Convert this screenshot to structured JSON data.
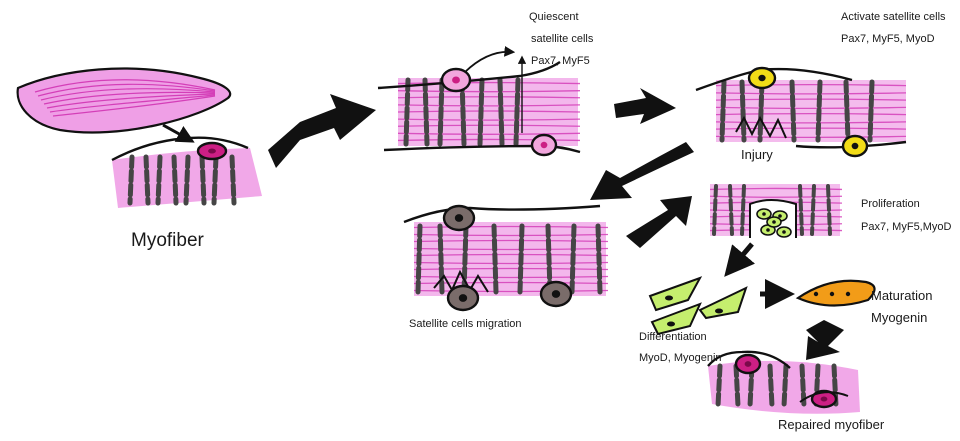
{
  "colors": {
    "fiber_pink": "#ef9fe6",
    "fiber_line": "#d43fb8",
    "stripe": "#454545",
    "outline": "#111111",
    "nucleus_pink": "#f2a6dd",
    "nucleus_magenta": "#cc1f84",
    "nucleus_yellow": "#f2dc17",
    "nucleus_gray": "#7a6c6a",
    "prolif_green": "#c5ee6e",
    "maturation_orange": "#f29c18",
    "arrow": "#111111"
  },
  "labels": {
    "myofiber": "Myofiber",
    "quiescent_1": "Quiescent",
    "quiescent_2": "satellite cells",
    "quiescent_markers": "Pax7, MyF5",
    "activate_title": "Activate satellite cells",
    "activate_markers": "Pax7, MyF5,  MyoD",
    "injury": "Injury",
    "proliferation_title": "Proliferation",
    "proliferation_markers": "Pax7, MyF5,MyoD",
    "migration": "Satellite cells migration",
    "differentiation_title": "Differentiation",
    "differentiation_markers": "MyoD, Myogenin",
    "maturation_title": "Maturation",
    "maturation_markers": "Myogenin",
    "repaired": "Repaired myofiber"
  },
  "icons": {
    "whole_muscle": "muscle-spindle-icon",
    "myofiber_segment": "myofiber-icon",
    "quiescent_fiber": "quiescent-fiber-icon",
    "activated_fiber": "activated-fiber-icon",
    "migration_fiber": "migration-fiber-icon",
    "proliferation_fiber": "proliferation-fiber-icon",
    "differentiating_cell": "differentiating-cell-icon",
    "maturing_cell": "maturing-cell-icon",
    "repaired_fiber": "repaired-fiber-icon",
    "flow_arrow": "arrow-icon"
  }
}
